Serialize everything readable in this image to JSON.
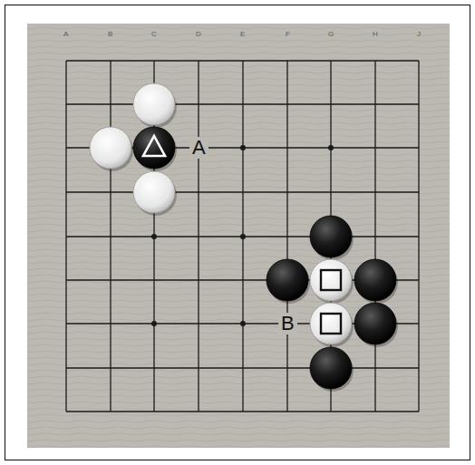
{
  "diagram": {
    "labels": [
      "A",
      "B",
      "C",
      "D",
      "E",
      "F",
      "G",
      "H",
      "J",
      "A",
      "B"
    ]
  }
}
